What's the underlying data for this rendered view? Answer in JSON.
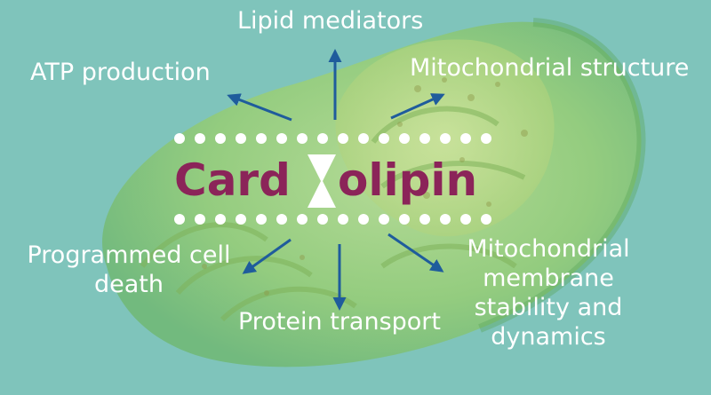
{
  "colors": {
    "background": "#7fc4bb",
    "title": "#8b2459",
    "arrow": "#1f5c9c",
    "label_text": "#ffffff",
    "dots": "#ffffff",
    "mitochondrion": "#8fc463"
  },
  "title": {
    "left_part": "Card",
    "right_part": "olipin",
    "glyph_icon": "hourglass-icon"
  },
  "labels": {
    "lipid_mediators": "Lipid mediators",
    "atp_production": "ATP production",
    "mito_structure": "Mitochondrial structure",
    "programmed_cell_death": [
      "Programmed cell",
      "death"
    ],
    "protein_transport": "Protein transport",
    "membrane_stability": [
      "Mitochondrial",
      "membrane",
      "stability and",
      "dynamics"
    ]
  },
  "icons": [
    "mitochondrion-illustration",
    "arrow-icon",
    "dot-row"
  ]
}
